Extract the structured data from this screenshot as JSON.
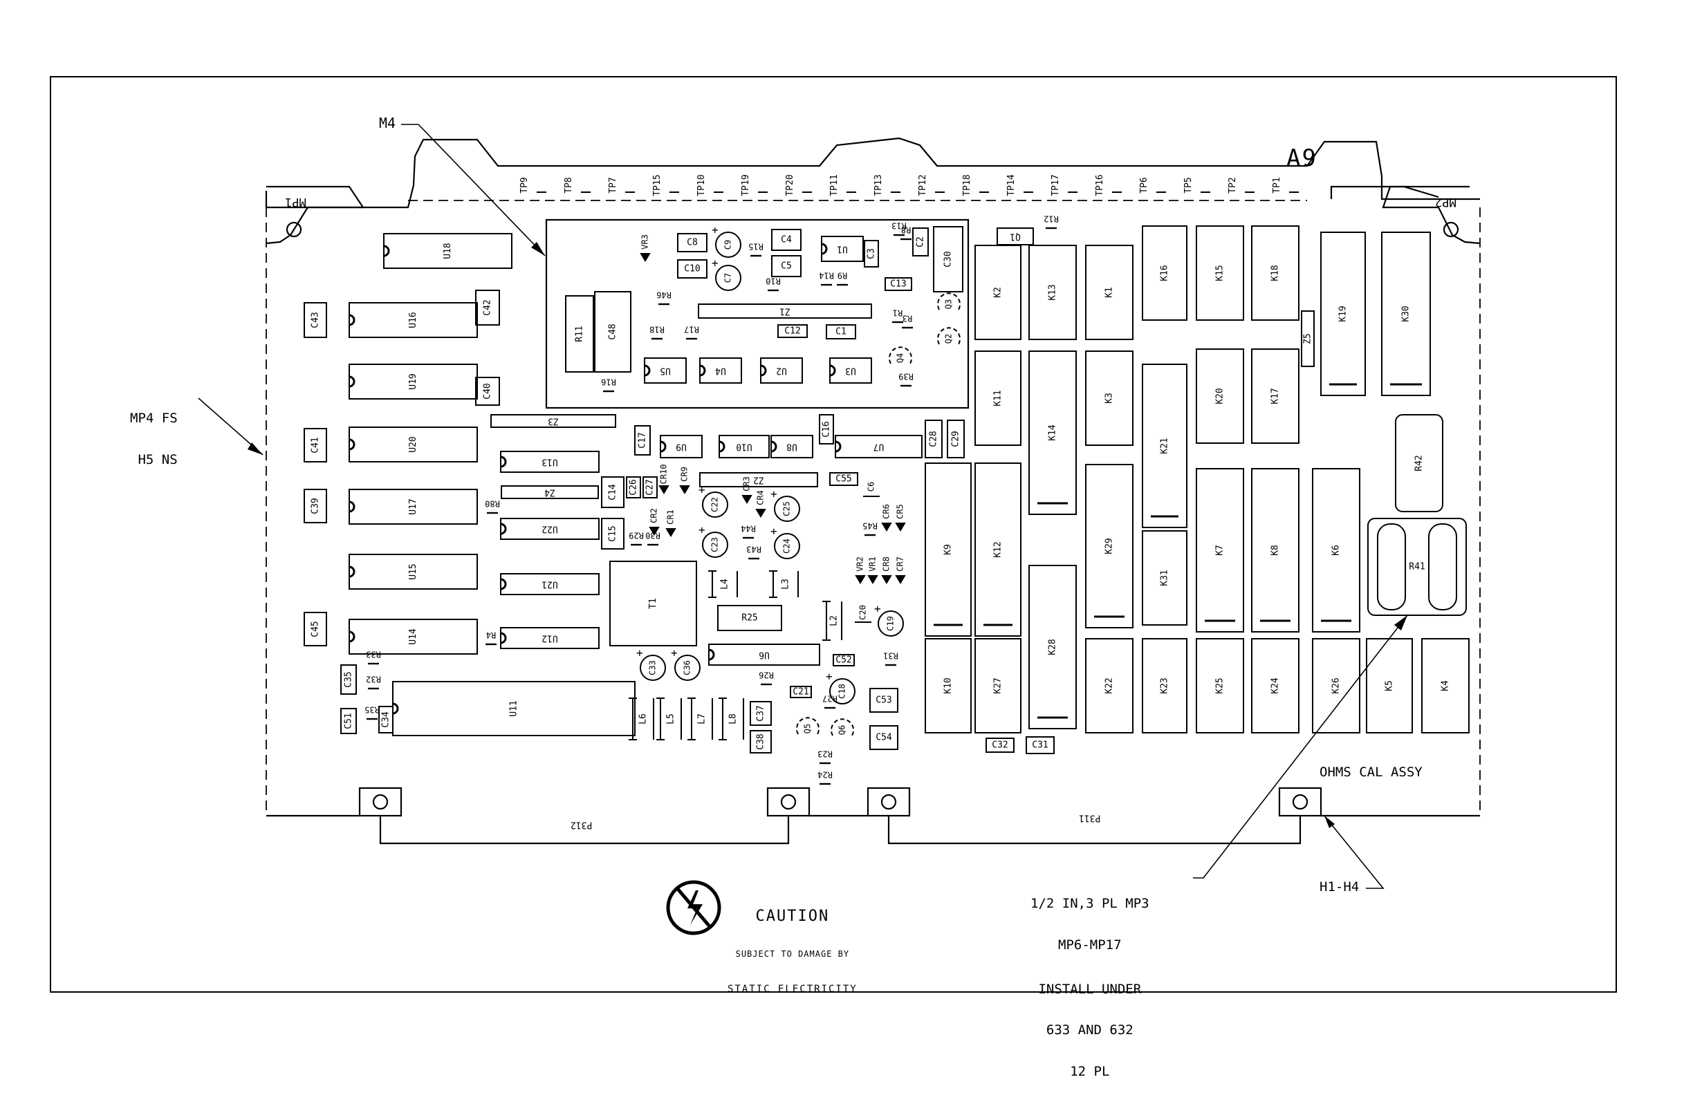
{
  "assembly": {
    "id": "A9",
    "name": "OHMS CAL ASSY"
  },
  "callouts": {
    "m4": "M4",
    "mp4_line1": "MP4 FS",
    "mp4_line2": "H5 NS",
    "mp1": "MP1",
    "mp2": "MP2",
    "hw_line1": "1/2 IN,3 PL MP3",
    "hw_line2": "MP6-MP17",
    "hw_line3": "INSTALL UNDER",
    "hw_line4": "633 AND 632",
    "hw_line5": "12 PL",
    "h1h4": "H1-H4",
    "p312": "P312",
    "p311": "P311"
  },
  "caution": {
    "title": "CAUTION",
    "line1": "SUBJECT TO DAMAGE BY",
    "line2": "STATIC ELECTRICITY"
  },
  "test_points": [
    "TP9",
    "TP8",
    "TP7",
    "TP15",
    "TP10",
    "TP19",
    "TP20",
    "TP11",
    "TP13",
    "TP12",
    "TP18",
    "TP14",
    "TP17",
    "TP16",
    "TP6",
    "TP5",
    "TP2",
    "TP1"
  ],
  "relays": [
    "K16",
    "K15",
    "K18",
    "K19",
    "K30",
    "K2",
    "K13",
    "K1",
    "K11",
    "K14",
    "K3",
    "K21",
    "K20",
    "K17",
    "K9",
    "K12",
    "K29",
    "K7",
    "K8",
    "K6",
    "K31",
    "K10",
    "K27",
    "K28",
    "K22",
    "K23",
    "K25",
    "K24",
    "K26",
    "K5",
    "K4"
  ],
  "ics": [
    "U18",
    "U16",
    "U19",
    "U20",
    "U17",
    "U15",
    "U14",
    "U11",
    "U13",
    "U22",
    "U21",
    "U12",
    "U1",
    "U2",
    "U3",
    "U4",
    "U5",
    "U6",
    "U7",
    "U8",
    "U9",
    "U10"
  ],
  "capacitors": [
    "C43",
    "C42",
    "C40",
    "C41",
    "C39",
    "C45",
    "C35",
    "C51",
    "C34",
    "C8",
    "C9",
    "C4",
    "C5",
    "C10",
    "C7",
    "C3",
    "C2",
    "C30",
    "C13",
    "C12",
    "C1",
    "C48",
    "C17",
    "C16",
    "C28",
    "C29",
    "C26",
    "C27",
    "C14",
    "C15",
    "C22",
    "C25",
    "C23",
    "C24",
    "C55",
    "C6",
    "C19",
    "C20",
    "C52",
    "C33",
    "C36",
    "C21",
    "C18",
    "C53",
    "C54",
    "C37",
    "C38",
    "C32",
    "C31"
  ],
  "resistors": [
    "R11",
    "R46",
    "R16",
    "R18",
    "R17",
    "R15",
    "R10",
    "R14",
    "R9",
    "R13",
    "R8",
    "R1",
    "R3",
    "R39",
    "R12",
    "R80",
    "R29",
    "R30",
    "R43",
    "R44",
    "R45",
    "R25",
    "R4",
    "R33",
    "R32",
    "R35",
    "R26",
    "R27",
    "R31",
    "R23",
    "R24",
    "R42",
    "R41"
  ],
  "diodes": [
    "VR3",
    "CR10",
    "CR9",
    "CR3",
    "CR4",
    "CR2",
    "CR1",
    "VR2",
    "VR1",
    "CR8",
    "CR7",
    "CR6",
    "CR5"
  ],
  "transistors": [
    "Q1",
    "Q3",
    "Q2",
    "Q4",
    "Q5",
    "Q6"
  ],
  "inductors": [
    "L4",
    "L3",
    "L2",
    "L6",
    "L5",
    "L7",
    "L8"
  ],
  "other_parts": [
    "Z1",
    "Z2",
    "Z3",
    "Z4",
    "Z5",
    "T1"
  ]
}
